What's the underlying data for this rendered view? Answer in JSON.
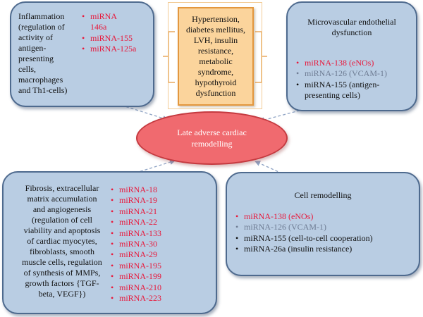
{
  "center_box": {
    "lines": [
      "Hypertension,",
      "diabetes mellitus,",
      "LVH, insulin",
      "resistance,",
      "metabolic",
      "syndrome,",
      "hypothyroid",
      "dysfunction"
    ]
  },
  "ellipse": {
    "lines": [
      "Late adverse cardiac",
      "remodelling"
    ]
  },
  "inflammation": {
    "lines": [
      "Inflammation",
      "(regulation of",
      "activity of",
      "antigen-",
      "presenting",
      "cells,",
      "macrophages",
      "and Th1-cells)"
    ],
    "mirnas": [
      {
        "text": "miRNA",
        "color": "red",
        "bullet": true
      },
      {
        "text": "146a",
        "color": "red",
        "bullet": false
      },
      {
        "text": "miRNA-155",
        "color": "red",
        "bullet": true
      },
      {
        "text": "miRNA-125a",
        "color": "red",
        "bullet": true
      }
    ]
  },
  "microvascular": {
    "lines": [
      "Microvascular endothelial",
      "dysfunction"
    ],
    "mirnas": [
      {
        "text": "miRNA-138 (eNOs)",
        "color": "red",
        "bullet": true
      },
      {
        "text": "miRNA-126 (VCAM-1)",
        "color": "gray",
        "bullet": true
      },
      {
        "text": "miRNA-155 (antigen-",
        "color": "black",
        "bullet": true
      },
      {
        "text": "presenting cells)",
        "color": "black",
        "bullet": false
      }
    ]
  },
  "fibrosis": {
    "lines": [
      "Fibrosis, extracellular",
      "matrix accumulation",
      "and angiogenesis",
      "(regulation of cell",
      "viability and apoptosis",
      "of cardiac myocytes,",
      "fibroblasts, smooth",
      "muscle cells, regulation",
      "of synthesis of MMPs,",
      "growth factors {TGF-",
      "beta, VEGF})"
    ],
    "mirnas": [
      {
        "text": "miRNA-18",
        "color": "red",
        "bullet": true
      },
      {
        "text": "miRNA-19",
        "color": "red",
        "bullet": true
      },
      {
        "text": "miRNA-21",
        "color": "red",
        "bullet": true
      },
      {
        "text": "miRNA-22",
        "color": "red",
        "bullet": true
      },
      {
        "text": "miRNA-133",
        "color": "red",
        "bullet": true
      },
      {
        "text": "miRNA-30",
        "color": "red",
        "bullet": true
      },
      {
        "text": "miRNA-29",
        "color": "red",
        "bullet": true
      },
      {
        "text": "miRNA-195",
        "color": "red",
        "bullet": true
      },
      {
        "text": "miRNA-199",
        "color": "red",
        "bullet": true
      },
      {
        "text": "miRNA-210",
        "color": "red",
        "bullet": true
      },
      {
        "text": "miRNA-223",
        "color": "red",
        "bullet": true
      }
    ]
  },
  "cell_remodelling": {
    "title": "Cell remodelling",
    "mirnas": [
      {
        "text": "miRNA-138 (eNOs)",
        "color": "red",
        "bullet": true
      },
      {
        "text": "miRNA-126 (VCAM-1)",
        "color": "gray",
        "bullet": true
      },
      {
        "text": "miRNA-155 (cell-to-cell cooperation)",
        "color": "black",
        "bullet": true
      },
      {
        "text": "miRNA-26a (insulin resistance)",
        "color": "black",
        "bullet": true
      }
    ]
  },
  "colors": {
    "box_fill": "#b9cde3",
    "box_border": "#4e6a8e",
    "center_fill": "#fbd49c",
    "center_border": "#e3973e",
    "ellipse_fill": "#f06a6f",
    "mirna_red": "#e8193c",
    "mirna_gray": "#6f7d94",
    "arrow": "#8ea3c4"
  }
}
